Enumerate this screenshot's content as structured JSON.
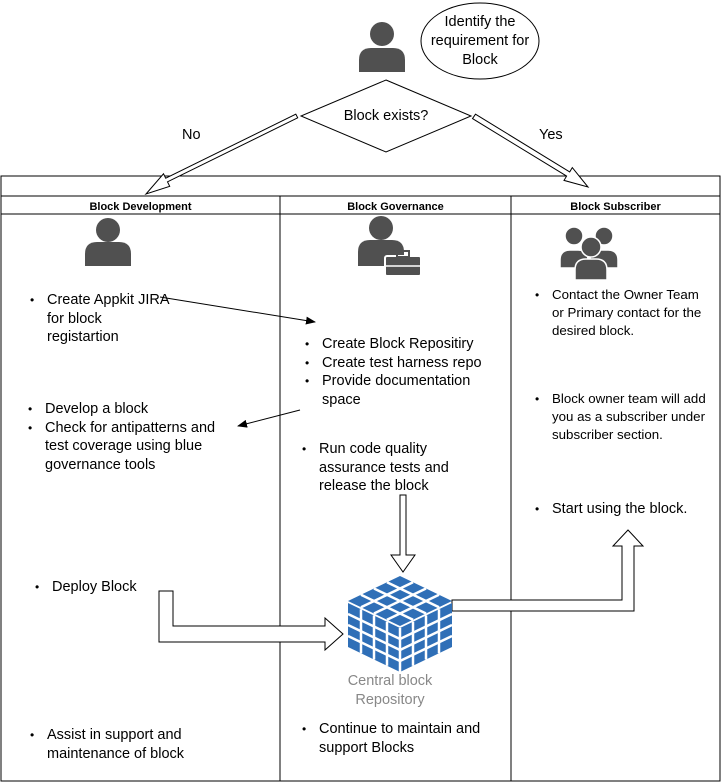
{
  "top": {
    "requirement_text": "Identify the requirement for Block",
    "decision_text": "Block exists?",
    "no_label": "No",
    "yes_label": "Yes"
  },
  "lanes": {
    "development": {
      "header": "Block Development",
      "group1": [
        "Create Appkit JIRA for block registartion"
      ],
      "group2": [
        "Develop a block",
        "Check for antipatterns and test coverage using blue governance tools"
      ],
      "group3": [
        "Deploy Block"
      ],
      "group4": [
        "Assist in support and maintenance of block"
      ]
    },
    "governance": {
      "header": "Block Governance",
      "group1": [
        "Create Block Repositiry",
        "Create test harness repo",
        "Provide documentation space"
      ],
      "group2": [
        "Run code quality assurance tests and release the block"
      ],
      "repository_label": "Central block Repository",
      "group3": [
        "Continue to maintain and support Blocks"
      ]
    },
    "subscriber": {
      "header": "Block Subscriber",
      "group1": [
        "Contact the Owner Team or Primary contact for the desired block."
      ],
      "group2": [
        "Block owner team will add you as a subscriber under subscriber section."
      ],
      "group3": [
        "Start using the block."
      ]
    }
  },
  "icons": {
    "top_person": "user-icon",
    "development": "user-icon",
    "governance": "admin-toolbox-icon",
    "subscriber": "user-group-icon",
    "repository": "cube-grid-icon"
  },
  "colors": {
    "line": "#000000",
    "icon_gray": "#505050",
    "cube_blue": "#2f6fb7",
    "repo_label": "#888888"
  }
}
